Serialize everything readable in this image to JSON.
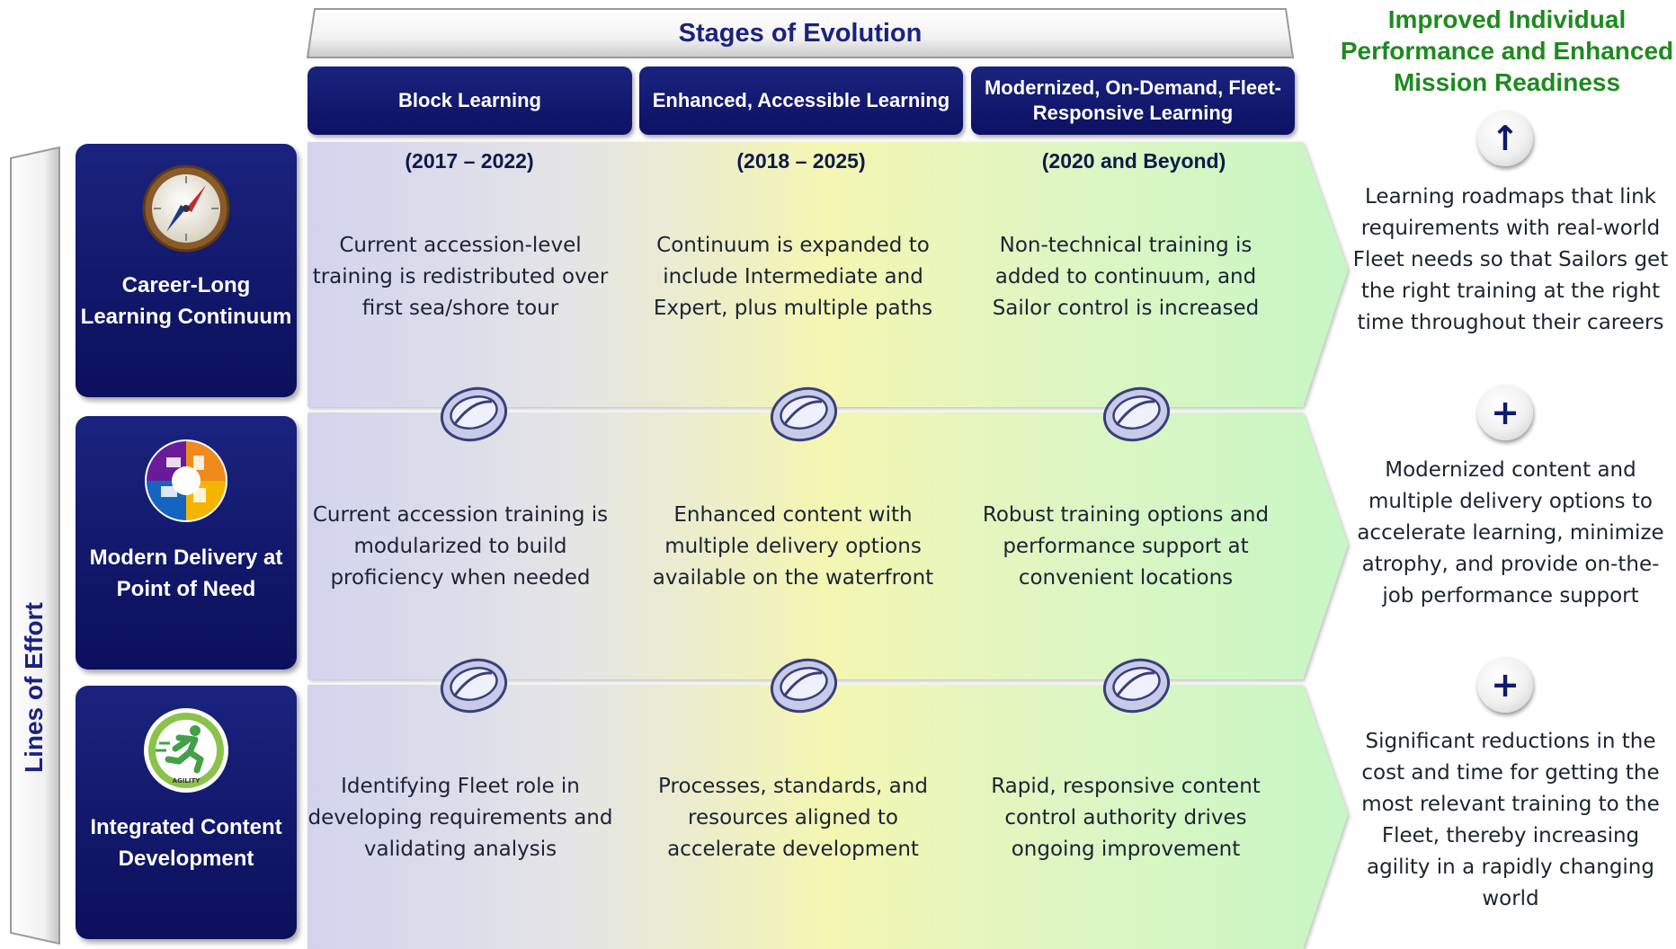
{
  "header": {
    "stages_title": "Stages of Evolution",
    "stages": [
      {
        "label": "Block Learning",
        "years": "(2017 – 2022)"
      },
      {
        "label": "Enhanced, Accessible Learning",
        "years": "(2018 – 2025)"
      },
      {
        "label": "Modernized, On-Demand, Fleet-Responsive Learning",
        "years": "(2020 and Beyond)"
      }
    ]
  },
  "lines_of_effort_label": "Lines of Effort",
  "rows": [
    {
      "label": "Career-Long Learning Continuum",
      "icon": "compass-icon",
      "cells": [
        "Current accession-level training is redistributed over first sea/shore tour",
        "Continuum is expanded to include Intermediate and Expert, plus multiple paths",
        "Non-technical training is added to continuum, and Sailor control is increased"
      ]
    },
    {
      "label": "Modern Delivery at Point of Need",
      "icon": "delivery-globe-icon",
      "cells": [
        "Current accession training is modularized to build proficiency when needed",
        "Enhanced content with multiple delivery options available on the waterfront",
        "Robust training options and performance support at convenient locations"
      ]
    },
    {
      "label": "Integrated Content Development",
      "icon": "agility-runner-icon",
      "cells": [
        "Identifying Fleet role in developing requirements and validating analysis",
        "Processes, standards, and resources aligned to accelerate development",
        "Rapid, responsive  content control authority drives ongoing improvement"
      ]
    }
  ],
  "outcome": {
    "title": "Improved Individual Performance and Enhanced Mission Readiness",
    "symbols": [
      "↑",
      "+",
      "+"
    ],
    "items": [
      "Learning roadmaps that link requirements with real-world Fleet needs so that Sailors get the right training at the right time throughout their careers",
      "Modernized content and multiple delivery options to accelerate learning, minimize atrophy, and provide on-the-job performance support",
      "Significant reductions in the cost and time for getting the most relevant training to the Fleet, thereby increasing agility in a rapidly changing world"
    ]
  },
  "icons": {
    "link": "chain-link-icon",
    "agility_badge_text": "AGILITY"
  },
  "colors": {
    "navy": "#1a237e",
    "outcome_green": "#1e8a1e",
    "band_left": "#d4d4ef",
    "band_mid": "#f4f5b4",
    "band_right": "#ccf7c8"
  }
}
